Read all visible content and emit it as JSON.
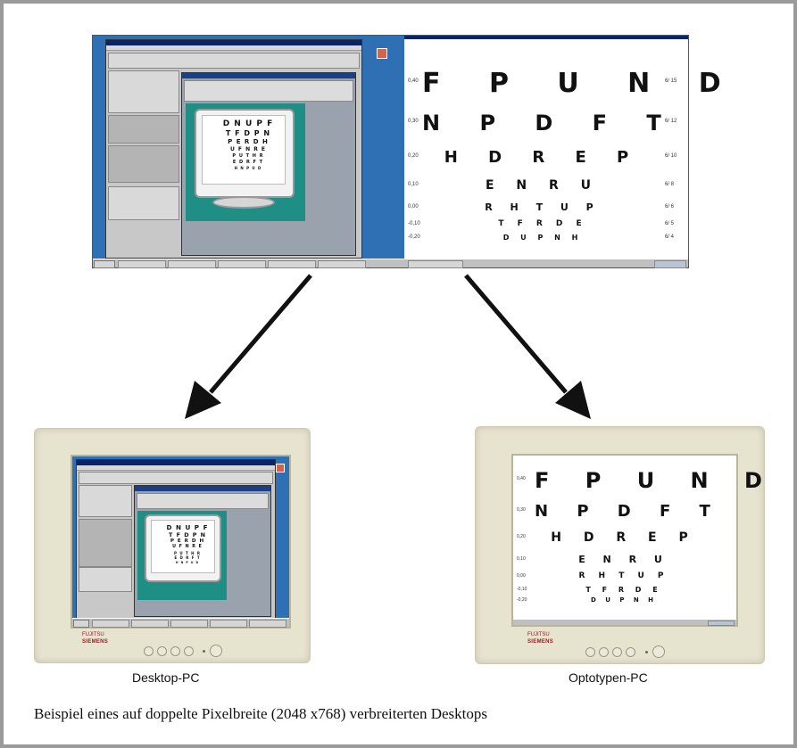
{
  "labels": {
    "desktop_pc": "Desktop-PC",
    "optotypen_pc": "Optotypen-PC",
    "caption": "Beispiel eines auf doppelte Pixelbreite (2048 x768) verbreiterten Desktops"
  },
  "brand": {
    "name": "SIEMENS",
    "prefix": "FUJITSU"
  },
  "chart": {
    "rows": [
      {
        "letters": "F P U N D",
        "logmar": "0,40",
        "snellen": "6/ 15"
      },
      {
        "letters": "N P D F T",
        "logmar": "0,30",
        "snellen": "6/ 12"
      },
      {
        "letters": "H D R E P",
        "logmar": "0,20",
        "snellen": "6/ 10"
      },
      {
        "letters": "E N R U",
        "logmar": "0,10",
        "snellen": "6/ 8"
      },
      {
        "letters": "R H T U P",
        "logmar": "0,00",
        "snellen": "6/ 6"
      },
      {
        "letters": "T F R D E",
        "logmar": "-0,10",
        "snellen": "6/ 5"
      },
      {
        "letters": "D U P N H",
        "logmar": "-0,20",
        "snellen": "6/ 4"
      }
    ],
    "small_chart_lines": [
      "D N U P F",
      "T F D P N",
      "P E R D H",
      "U F N R E",
      "P U T H R",
      "E D R F T",
      "H N P U D"
    ]
  },
  "colors": {
    "desktop_blue": "#2f6fb4",
    "teal": "#1f8f85",
    "monitor_bezel": "#e6e3cf"
  }
}
